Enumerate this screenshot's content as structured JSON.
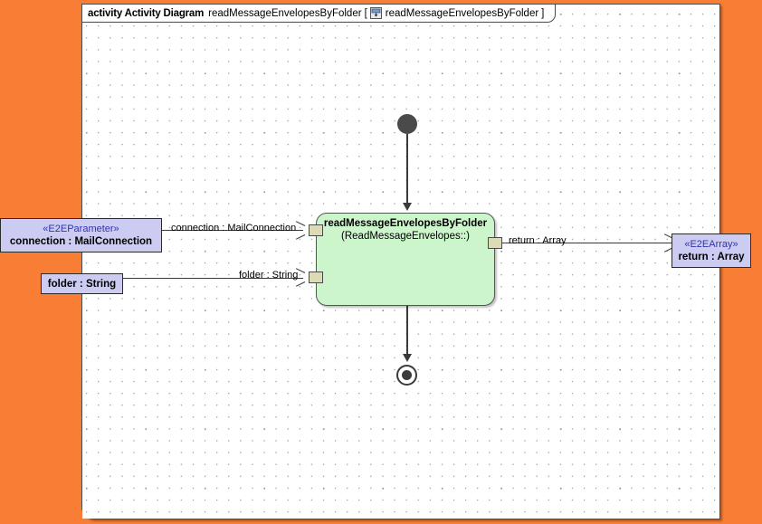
{
  "canvas": {
    "background_color": "#F97E35",
    "frame_background": "#FFFFFF",
    "grid_dot_color": "#9a9a9a"
  },
  "frame": {
    "keyword": "activity Activity Diagram",
    "name": "readMessageEnvelopesByFolder",
    "bracket_open": "[",
    "icon": "activity-diagram-icon",
    "qualified_name": "readMessageEnvelopesByFolder",
    "bracket_close": "]"
  },
  "action": {
    "title": "readMessageEnvelopesByFolder",
    "subtitle": "(ReadMessageEnvelopes::)",
    "fill_color": "#CCF5CC",
    "border_color": "#555555"
  },
  "nodes": {
    "initial": "initial-node",
    "final": "activity-final-node"
  },
  "parameters": [
    {
      "stereotype": "«E2EParameter»",
      "name": "connection : MailConnection",
      "fill_color": "#CCCCF2",
      "stereotype_color": "#3333AA"
    },
    {
      "stereotype": "",
      "name": "folder : String",
      "fill_color": "#CCCCF2",
      "stereotype_color": "#3333AA"
    },
    {
      "stereotype": "«E2EArray»",
      "name": "return : Array",
      "fill_color": "#CCCCF2",
      "stereotype_color": "#3333AA"
    }
  ],
  "edges": [
    {
      "label": "connection : MailConnection"
    },
    {
      "label": "folder : String"
    },
    {
      "label": "return : Array"
    }
  ],
  "pins": [
    {
      "name": "connection-input-pin",
      "fill_color": "#DCDCB4"
    },
    {
      "name": "folder-input-pin",
      "fill_color": "#DCDCB4"
    },
    {
      "name": "return-output-pin",
      "fill_color": "#DCDCB4"
    }
  ]
}
